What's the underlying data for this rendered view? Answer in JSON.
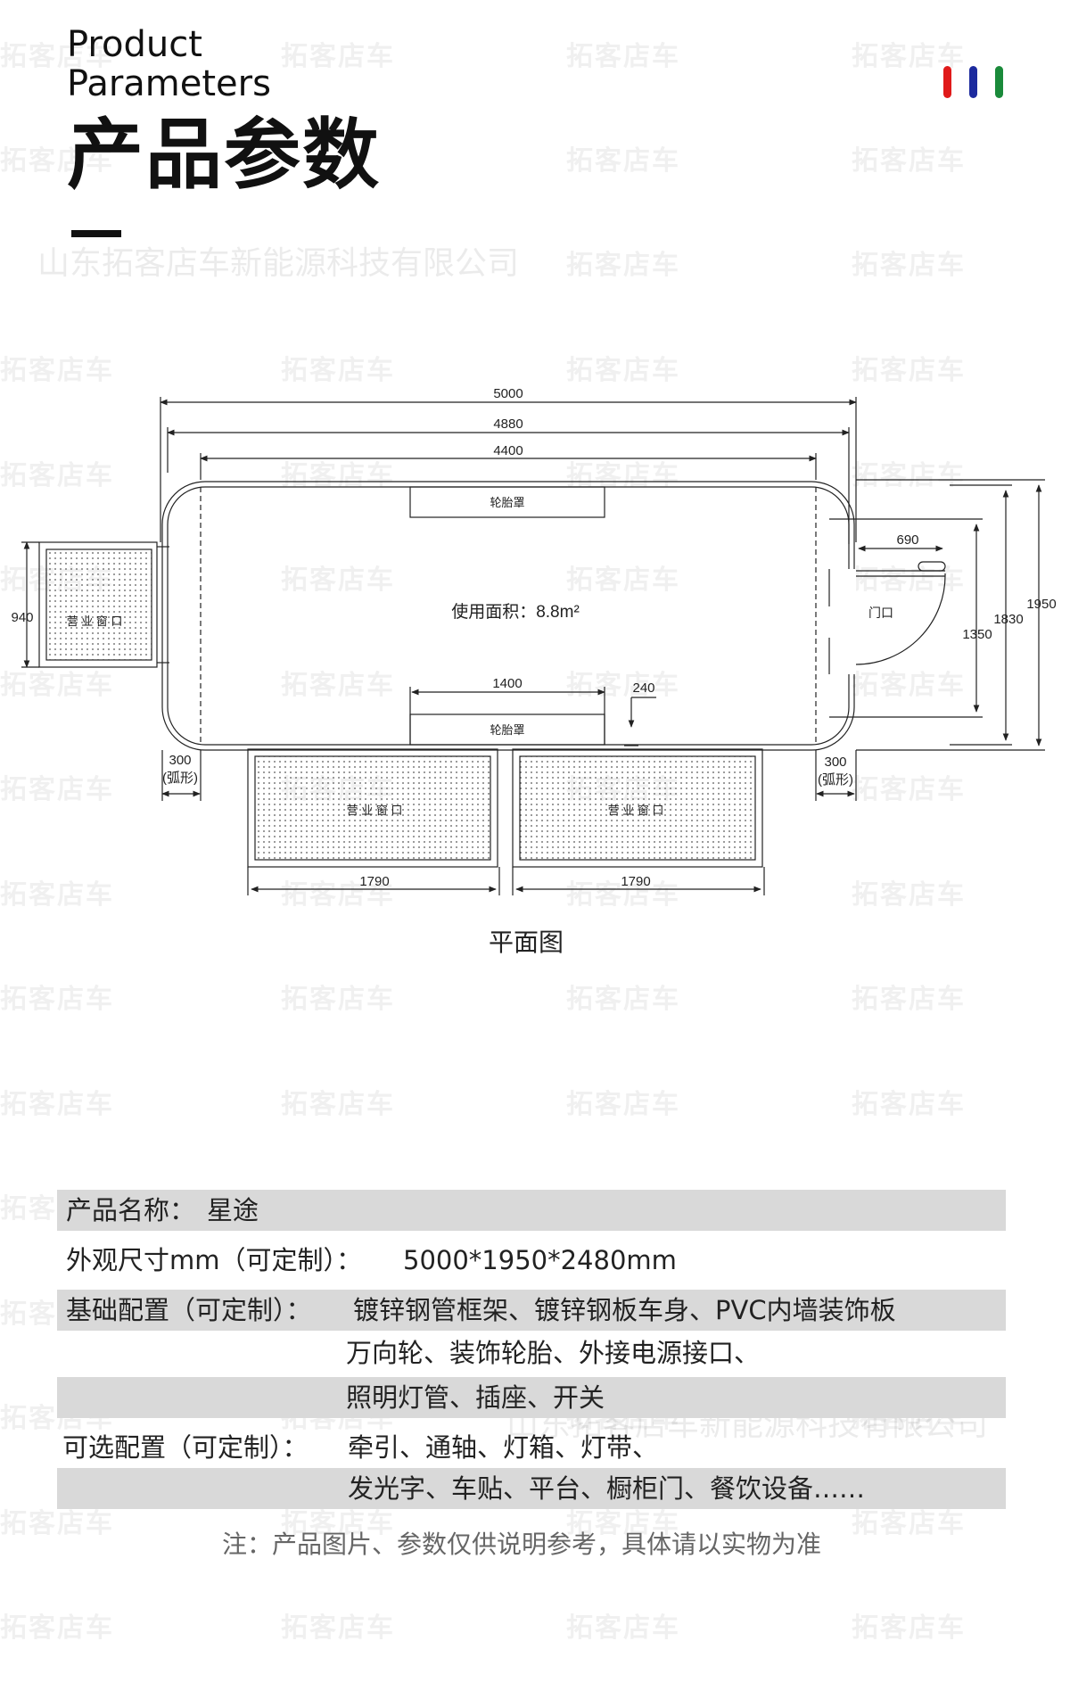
{
  "header": {
    "title_en_line1": "Product",
    "title_en_line2": "Parameters",
    "title_cn": "产品参数",
    "accent_colors": [
      "#e01a1a",
      "#1c2a9e",
      "#1a8a3a"
    ]
  },
  "watermark": {
    "brand": "拓客店车",
    "company": "山东拓客店车新能源科技有限公司"
  },
  "plan": {
    "caption": "平面图",
    "area_label": "使用面积：8.8m²",
    "wheel_cover_top": "轮胎罩",
    "wheel_cover_bottom": "轮胎罩",
    "door_label": "门口",
    "window_left": "营 业 窗 口",
    "window_bottom_left": "营 业 窗 口",
    "window_bottom_right": "营 业 窗 口",
    "dims": {
      "d5000": "5000",
      "d4880": "4880",
      "d4400": "4400",
      "d690": "690",
      "d1950": "1950",
      "d1830": "1830",
      "d1350": "1350",
      "d940": "940",
      "d1400": "1400",
      "d240": "240",
      "d300_left": "300",
      "d300_right": "300",
      "arc_left": "(弧形)",
      "arc_right": "(弧形)",
      "d1790_left": "1790",
      "d1790_right": "1790"
    }
  },
  "params": {
    "name_label": "产品名称：",
    "name_value": "星途",
    "size_label": "外观尺寸mm（可定制）：",
    "size_value": "5000*1950*2480mm",
    "basic_label": "基础配置（可定制）：",
    "basic_line1": "镀锌钢管框架、镀锌钢板车身、PVC内墙装饰板",
    "basic_line2": "万向轮、装饰轮胎、外接电源接口、",
    "basic_line3": "照明灯管、插座、开关",
    "optional_label": "可选配置（可定制）：",
    "optional_line1": "牵引、通轴、灯箱、灯带、",
    "optional_line2": "发光字、车贴、平台、橱柜门、餐饮设备……"
  },
  "note": "注：产品图片、参数仅供说明参考，具体请以实物为准"
}
